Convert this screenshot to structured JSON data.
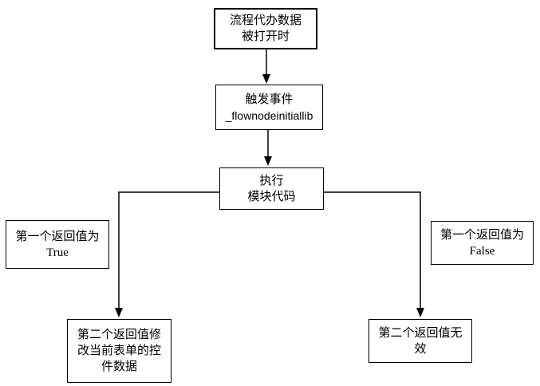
{
  "diagram": {
    "type": "flowchart",
    "colors": {
      "background": "#ffffff",
      "node_border": "#000000",
      "text": "#000000",
      "connector": "#000000"
    },
    "nodes": [
      {
        "id": "start",
        "lines": [
          "流程代办数据",
          "被打开时"
        ]
      },
      {
        "id": "trigger-event",
        "lines": [
          "触发事件",
          "_flownodeinitiallib"
        ]
      },
      {
        "id": "execute-module",
        "lines": [
          "执行",
          "模块代码"
        ]
      },
      {
        "id": "condition-true",
        "lines": [
          "第一个返回值为",
          "True"
        ]
      },
      {
        "id": "condition-false",
        "lines": [
          "第一个返回值为",
          "False"
        ]
      },
      {
        "id": "modify-form",
        "lines": [
          "第二个返回值修",
          "改当前表单的控",
          "件数据"
        ]
      },
      {
        "id": "return-invalid",
        "lines": [
          "第二个返回值无",
          "效"
        ]
      }
    ],
    "edges": [
      {
        "from": "start",
        "to": "trigger-event",
        "label": ""
      },
      {
        "from": "trigger-event",
        "to": "execute-module",
        "label": ""
      },
      {
        "from": "execute-module",
        "to": "modify-form",
        "label": "第一个返回值为 True"
      },
      {
        "from": "execute-module",
        "to": "return-invalid",
        "label": "第一个返回值为 False"
      }
    ]
  }
}
